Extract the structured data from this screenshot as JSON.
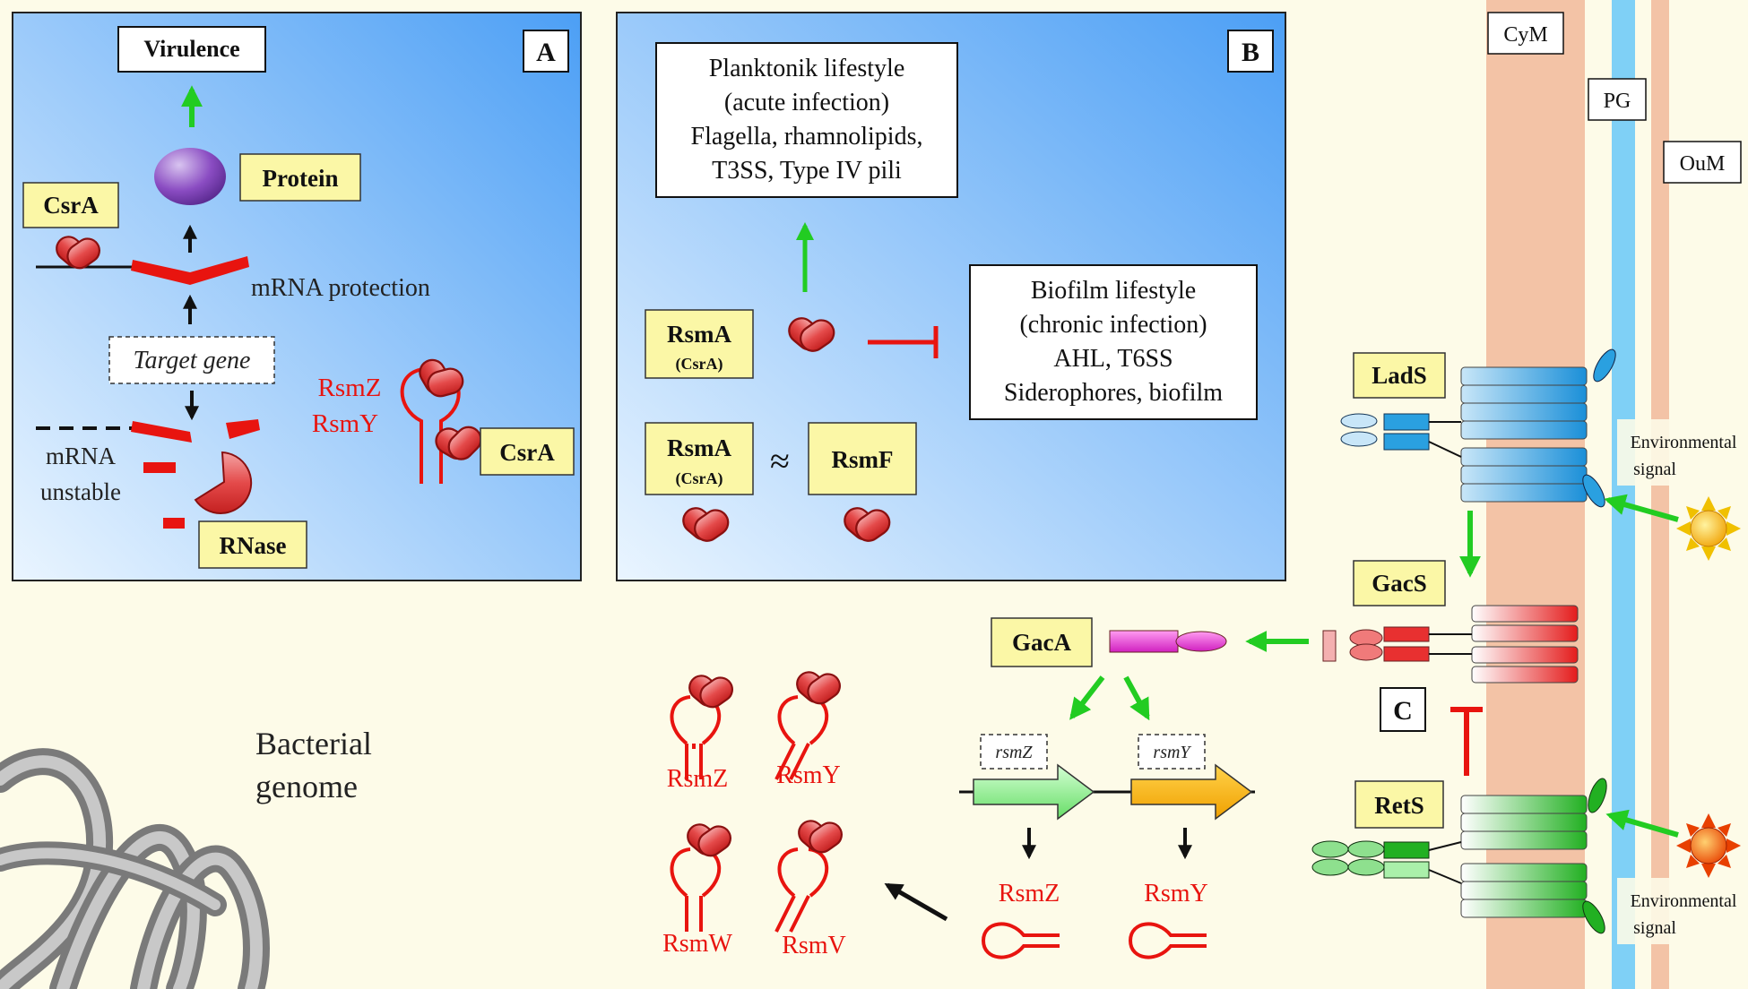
{
  "panel_a": {
    "letter": "A",
    "virulence": "Virulence",
    "protein": "Protein",
    "csra": "CsrA",
    "mrna_protection": "mRNA protection",
    "target_gene": "Target gene",
    "rsmz": "RsmZ",
    "rsmy": "RsmY",
    "csra_right": "CsrA",
    "mrna_unstable_line1": "mRNA",
    "mrna_unstable_line2": "unstable",
    "rnase": "RNase"
  },
  "panel_b": {
    "letter": "B",
    "planktonic": [
      "Planktonik lifestyle",
      "(acute infection)",
      "Flagella, rhamnolipids,",
      "T3SS, Type IV pili"
    ],
    "biofilm": [
      "Biofilm lifestyle",
      "(chronic infection)",
      "AHL, T6SS",
      "Siderophores, biofilm"
    ],
    "rsma_1": "RsmA",
    "rsma_1_sub": "(CsrA)",
    "rsma_2": "RsmA",
    "rsma_2_sub": "(CsrA)",
    "approx": "≈",
    "rsmf": "RsmF"
  },
  "panel_c": {
    "letter": "C",
    "cym": "CyM",
    "pg": "PG",
    "oum": "OuM",
    "lads": "LadS",
    "gacs": "GacS",
    "rets": "RetS",
    "gaca": "GacA",
    "env_signal_1_line1": "Environmental",
    "env_signal_1_line2": "signal",
    "env_signal_2_line1": "Environmental",
    "env_signal_2_line2": "signal",
    "gene_rsmz": "rsmZ",
    "gene_rsmy": "rsmY",
    "rna_rsmz": "RsmZ",
    "rna_rsmy": "RsmY",
    "bound_rsmz": "RsmZ",
    "bound_rsmy": "RsmY",
    "bound_rsmw": "RsmW",
    "bound_rsmv": "RsmV",
    "genome_line1": "Bacterial",
    "genome_line2": "genome"
  },
  "colors": {
    "background": "#fdfbe8",
    "label_box": "#fbf7a6",
    "red": "#e8140f",
    "green": "#22bb22",
    "blue_panel": "#4aa2f5",
    "membrane_cym": "#f3c3a6",
    "membrane_pg": "#7fd0f6",
    "protein_red": "#e96060",
    "protein_purple": "#7a3ab3"
  }
}
